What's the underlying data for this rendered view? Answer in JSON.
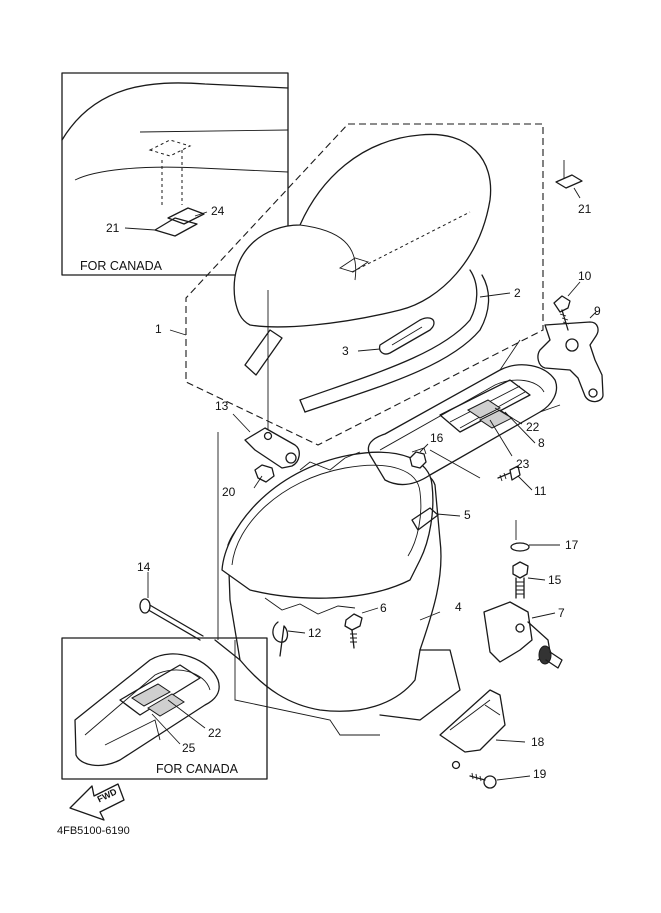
{
  "diagram_code": "4FB5100-6190",
  "inset_top": {
    "caption": "FOR CANADA",
    "callouts": [
      "21",
      "24"
    ]
  },
  "inset_bottom": {
    "caption": "FOR CANADA",
    "callouts": [
      "22",
      "25"
    ]
  },
  "fwd_arrow_label": "FWD",
  "callouts": {
    "p1": "1",
    "p2": "2",
    "p3": "3",
    "p4": "4",
    "p5": "5",
    "p6": "6",
    "p7": "7",
    "p8": "8",
    "p9": "9",
    "p10": "10",
    "p11": "11",
    "p12": "12",
    "p13": "13",
    "p14": "14",
    "p15": "15",
    "p16": "16",
    "p17": "17",
    "p18": "18",
    "p19": "19",
    "p20": "20",
    "p21": "21",
    "p22": "22",
    "p23": "23"
  }
}
